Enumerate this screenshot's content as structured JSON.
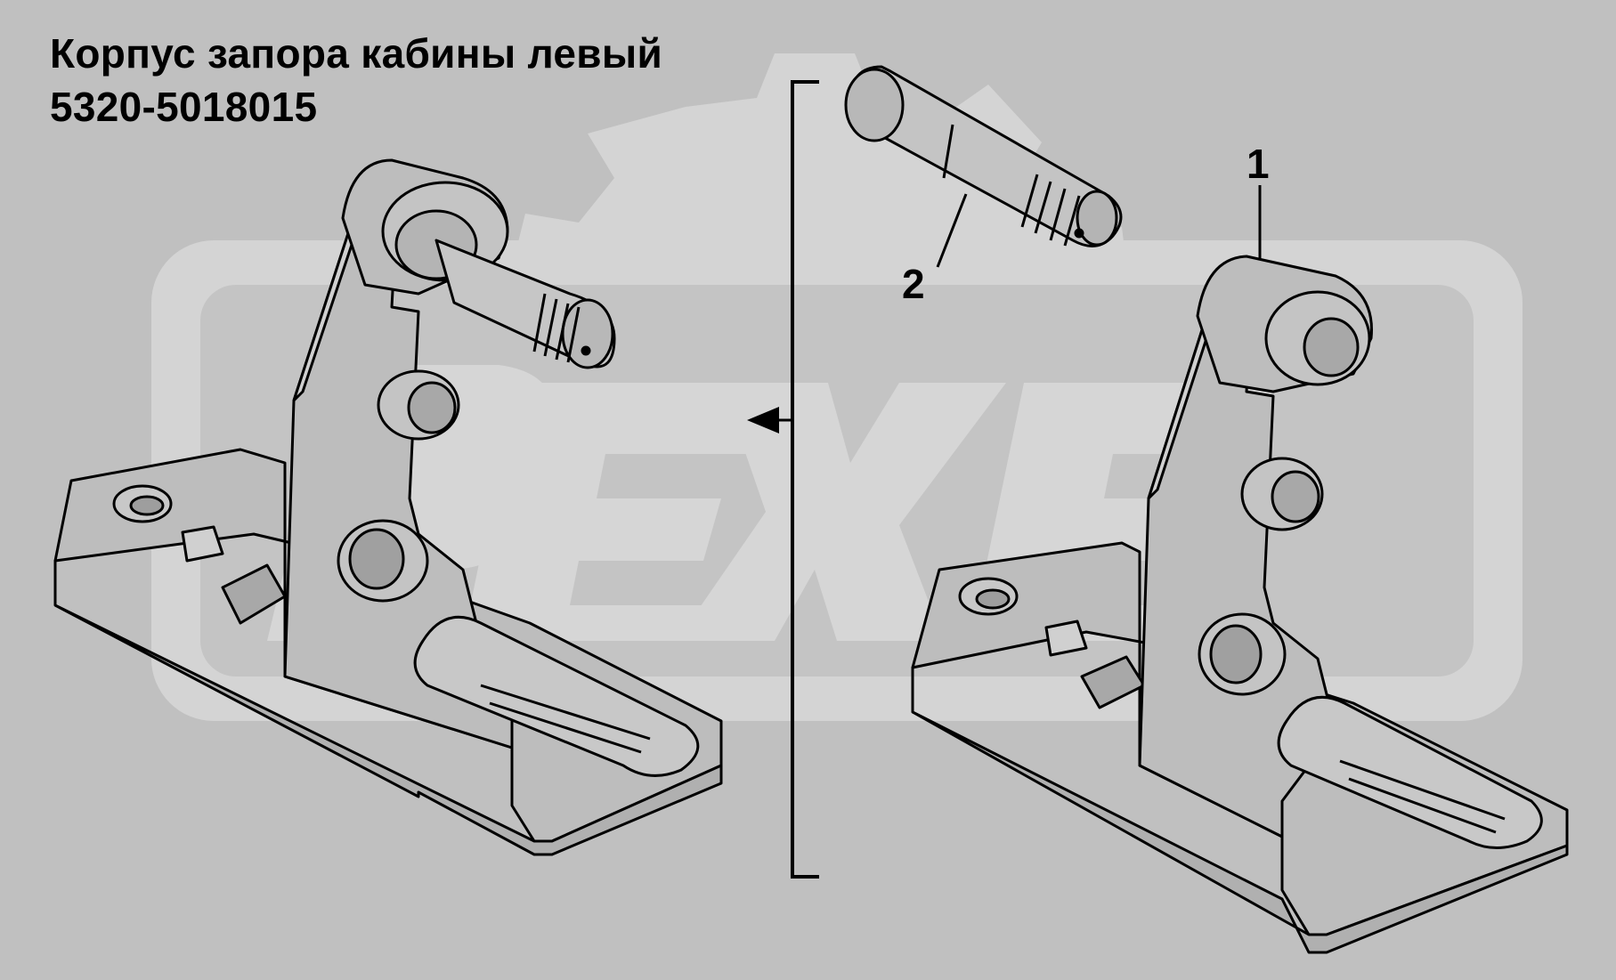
{
  "title": {
    "line1": "Корпус запора кабины левый",
    "line2": "5320-5018015"
  },
  "callouts": [
    {
      "id": "1",
      "label": "1"
    },
    {
      "id": "2",
      "label": "2"
    }
  ],
  "watermark": {
    "text": "PEX"
  },
  "colors": {
    "background": "#c0c0c0",
    "watermark": "#d4d4d4",
    "part_fill": "#bdbdbd",
    "line": "#000000"
  }
}
